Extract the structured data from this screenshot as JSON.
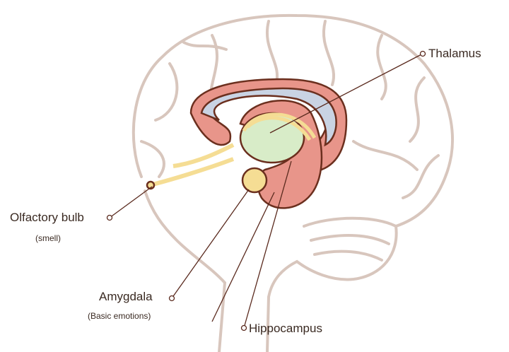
{
  "labels": {
    "thalamus": "Thalamus",
    "olfactory_bulb": "Olfactory bulb",
    "olfactory_note": "(smell)",
    "amygdala": "Amygdala",
    "amygdala_note": "(Basic emotions)",
    "hippocampus": "Hippocampus"
  },
  "colors": {
    "outline": "#d8c6bd",
    "limbic_red": "#e8958a",
    "ventricle_blue": "#c9d3e3",
    "thalamus_green": "#d8ecc8",
    "fornix_yellow": "#f5dd94",
    "stroke": "#6b2f1e",
    "leader": "#5a2a1e"
  }
}
